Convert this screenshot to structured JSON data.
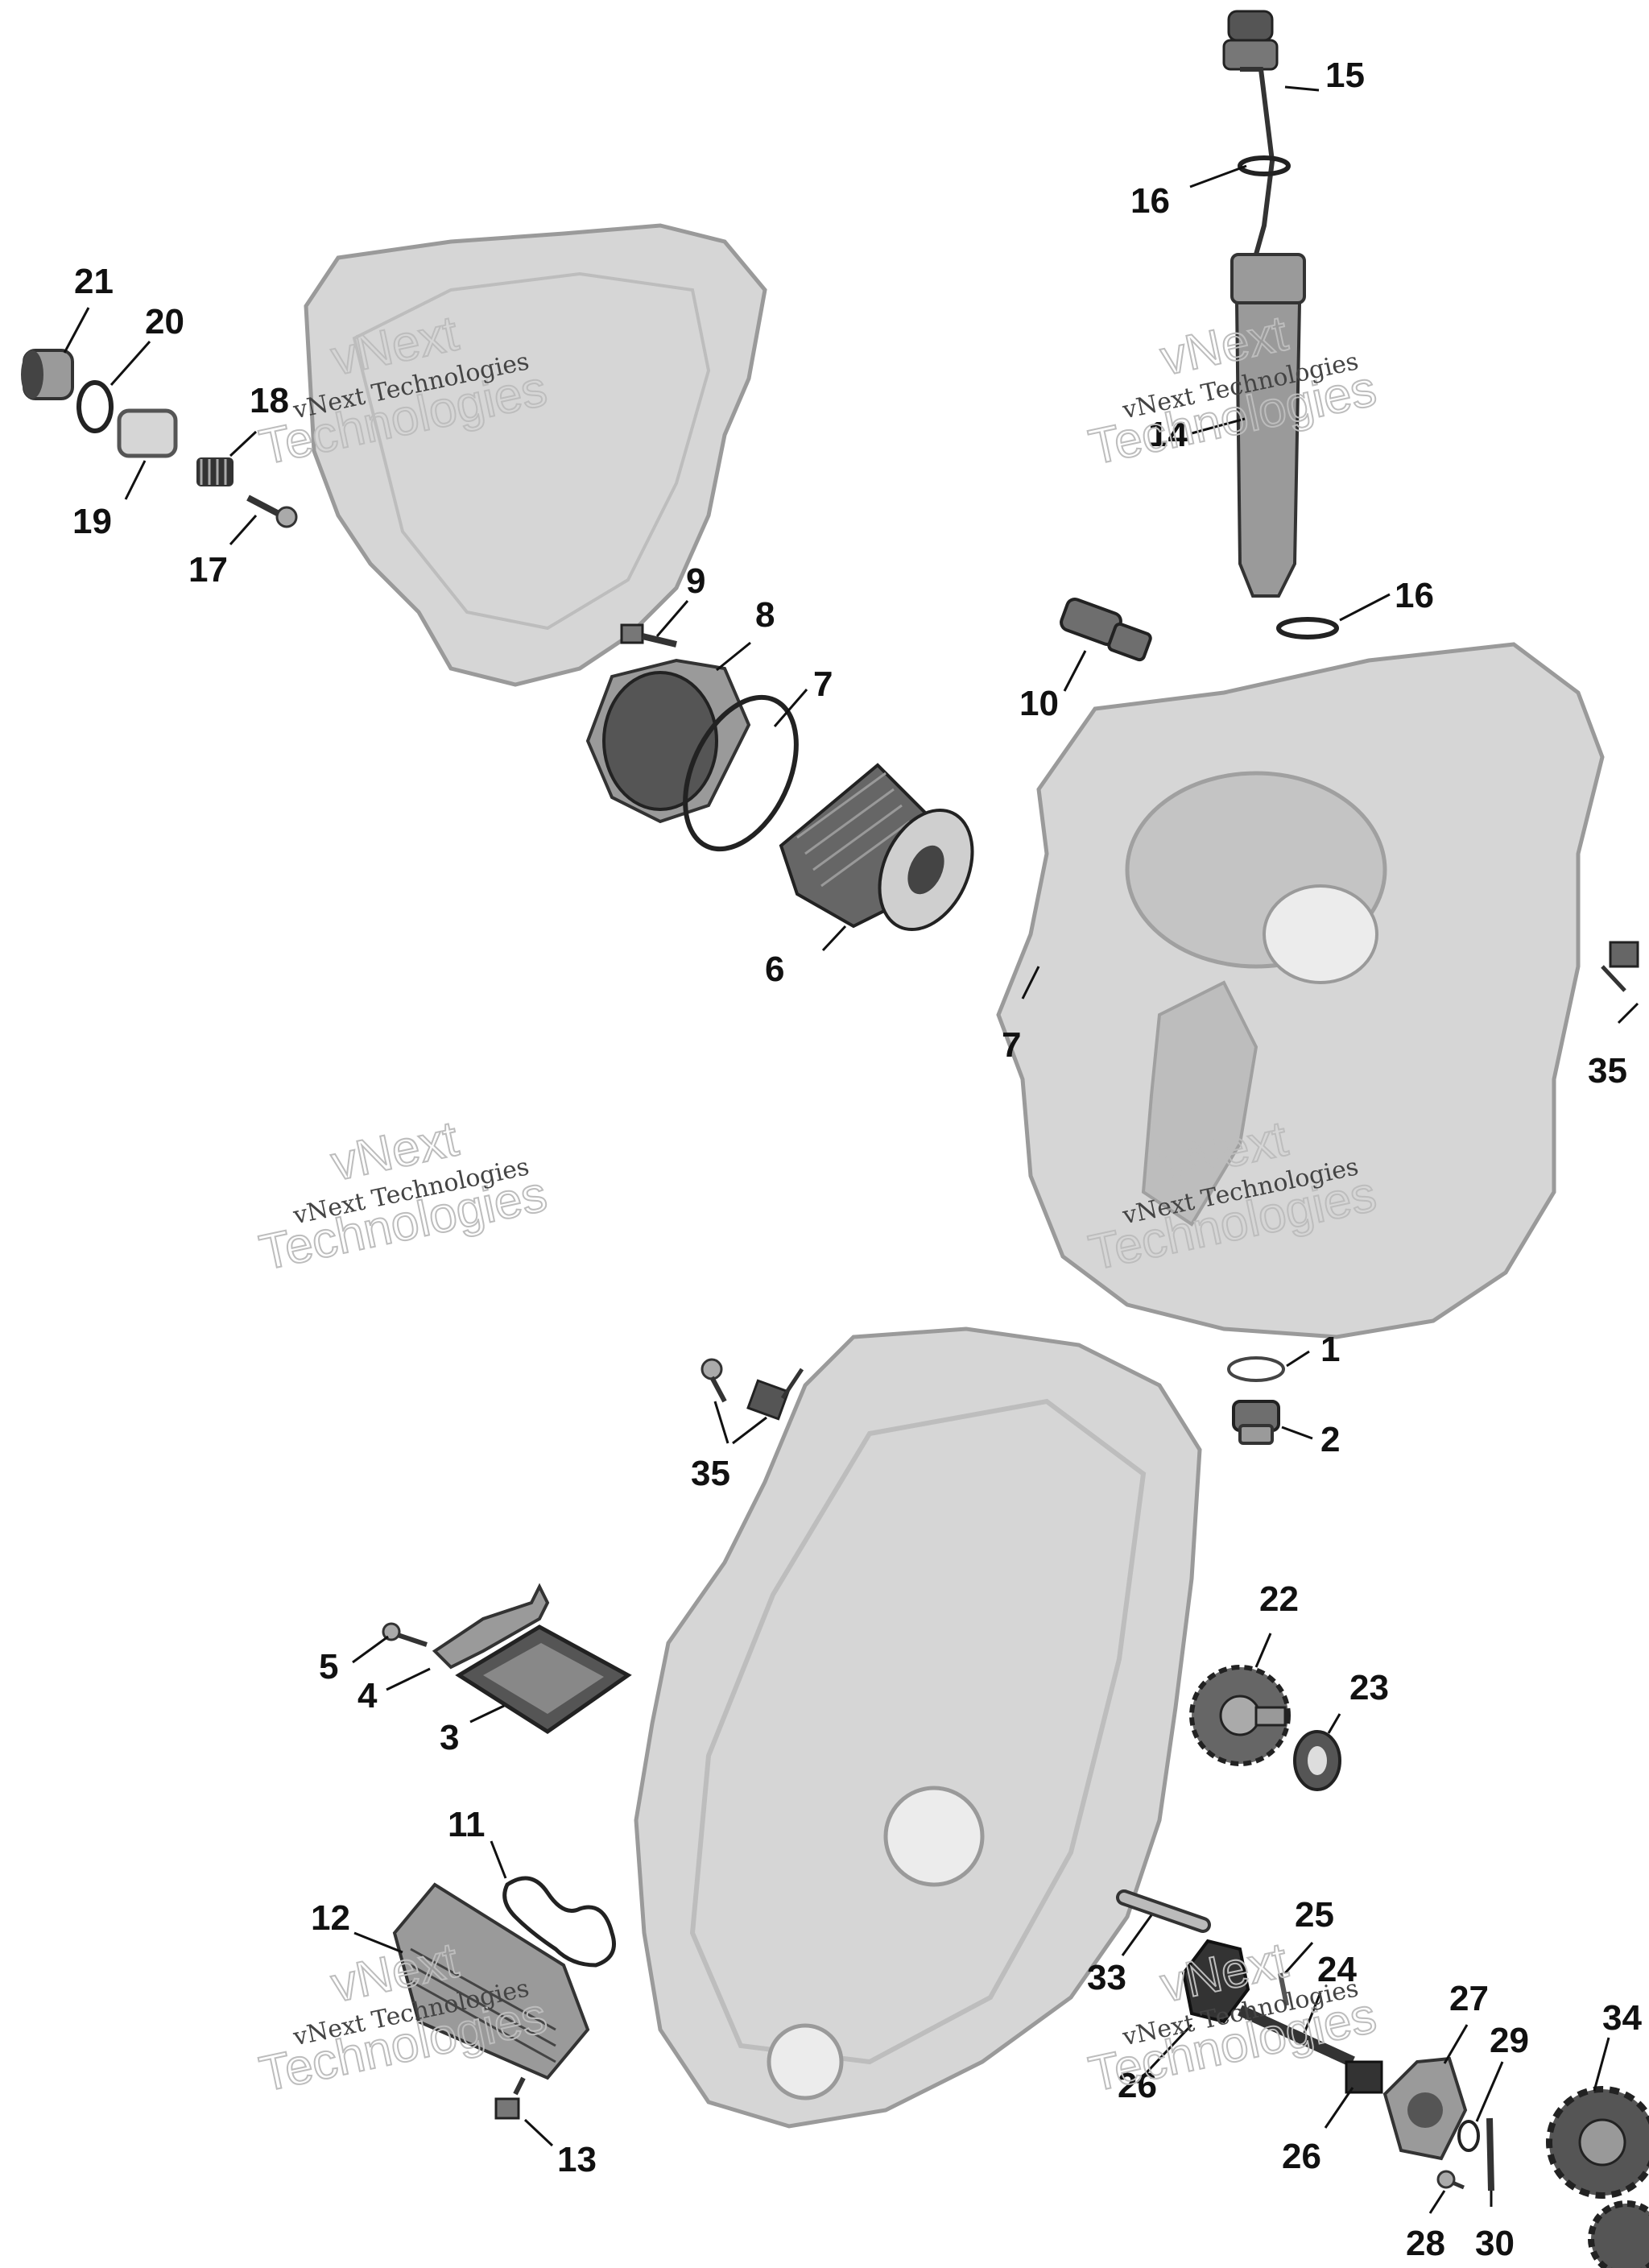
{
  "watermark": {
    "line1": "vNext",
    "line2": "Technologies",
    "small": "vNext Technologies"
  },
  "callouts": [
    {
      "id": "c1",
      "label": "1"
    },
    {
      "id": "c2",
      "label": "2"
    },
    {
      "id": "c3",
      "label": "3"
    },
    {
      "id": "c4",
      "label": "4"
    },
    {
      "id": "c5",
      "label": "5"
    },
    {
      "id": "c6",
      "label": "6"
    },
    {
      "id": "c7a",
      "label": "7"
    },
    {
      "id": "c7b",
      "label": "7"
    },
    {
      "id": "c8",
      "label": "8"
    },
    {
      "id": "c9",
      "label": "9"
    },
    {
      "id": "c10",
      "label": "10"
    },
    {
      "id": "c11",
      "label": "11"
    },
    {
      "id": "c12",
      "label": "12"
    },
    {
      "id": "c13",
      "label": "13"
    },
    {
      "id": "c14",
      "label": "14"
    },
    {
      "id": "c15",
      "label": "15"
    },
    {
      "id": "c16a",
      "label": "16"
    },
    {
      "id": "c16b",
      "label": "16"
    },
    {
      "id": "c17",
      "label": "17"
    },
    {
      "id": "c18",
      "label": "18"
    },
    {
      "id": "c19",
      "label": "19"
    },
    {
      "id": "c20",
      "label": "20"
    },
    {
      "id": "c21",
      "label": "21"
    },
    {
      "id": "c22",
      "label": "22"
    },
    {
      "id": "c23",
      "label": "23"
    },
    {
      "id": "c24",
      "label": "24"
    },
    {
      "id": "c25",
      "label": "25"
    },
    {
      "id": "c26a",
      "label": "26"
    },
    {
      "id": "c26b",
      "label": "26"
    },
    {
      "id": "c27",
      "label": "27"
    },
    {
      "id": "c28",
      "label": "28"
    },
    {
      "id": "c29",
      "label": "29"
    },
    {
      "id": "c30",
      "label": "30"
    },
    {
      "id": "c33",
      "label": "33"
    },
    {
      "id": "c34",
      "label": "34"
    },
    {
      "id": "c35a",
      "label": "35"
    },
    {
      "id": "c35b",
      "label": "35"
    }
  ]
}
